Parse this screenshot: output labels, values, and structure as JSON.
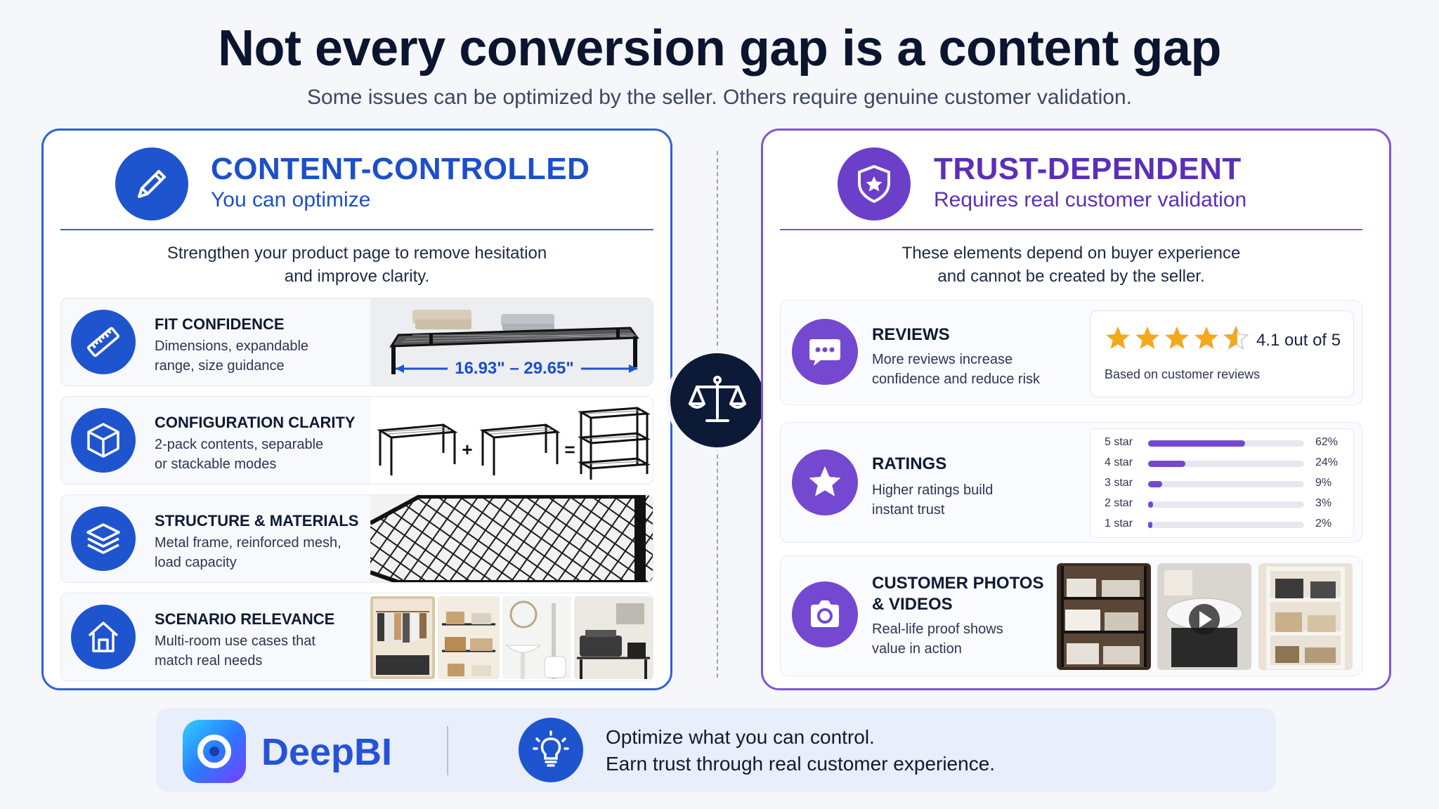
{
  "header": {
    "title": "Not every conversion gap is a content gap",
    "subtitle": "Some issues can be optimized by the seller. Others require genuine customer validation."
  },
  "left": {
    "title": "CONTENT-CONTROLLED",
    "subtitle": "You can optimize",
    "intro_line1": "Strengthen your product page to remove hesitation",
    "intro_line2": "and improve clarity.",
    "accent": "#1f54cf",
    "items": [
      {
        "icon": "ruler-icon",
        "title": "FIT CONFIDENCE",
        "line1": "Dimensions, expandable",
        "line2": "range, size guidance",
        "dimension": "16.93\" – 29.65\""
      },
      {
        "icon": "box-icon",
        "title": "CONFIGURATION CLARITY",
        "line1": "2-pack contents, separable",
        "line2": "or stackable modes",
        "plus": "+",
        "equals": "="
      },
      {
        "icon": "layers-icon",
        "title": "STRUCTURE & MATERIALS",
        "line1": "Metal frame, reinforced mesh,",
        "line2": "load capacity"
      },
      {
        "icon": "house-icon",
        "title": "SCENARIO RELEVANCE",
        "line1": "Multi-room use cases that",
        "line2": "match real needs"
      }
    ]
  },
  "right": {
    "title": "TRUST-DEPENDENT",
    "subtitle": "Requires real customer validation",
    "intro_line1": "These elements depend on buyer experience",
    "intro_line2": "and cannot be created by the seller.",
    "accent": "#7448d0",
    "reviews": {
      "icon": "chat-bubble-icon",
      "title": "REVIEWS",
      "line1": "More reviews increase",
      "line2": "confidence and reduce risk",
      "rating": 4.1,
      "score_text": "4.1 out of 5",
      "based": "Based on customer reviews"
    },
    "ratings": {
      "icon": "star-icon",
      "title": "RATINGS",
      "line1": "Higher ratings build",
      "line2": "instant trust",
      "distribution": [
        {
          "label": "5 star",
          "pct": 62,
          "pct_text": "62%"
        },
        {
          "label": "4 star",
          "pct": 24,
          "pct_text": "24%"
        },
        {
          "label": "3 star",
          "pct": 9,
          "pct_text": "9%"
        },
        {
          "label": "2 star",
          "pct": 3,
          "pct_text": "3%"
        },
        {
          "label": "1 star",
          "pct": 2,
          "pct_text": "2%"
        }
      ]
    },
    "photos": {
      "icon": "camera-icon",
      "title_line1": "CUSTOMER PHOTOS",
      "title_line2": "& VIDEOS",
      "line1": "Real-life proof shows",
      "line2": "value in action"
    }
  },
  "footer": {
    "brand": "DeepBI",
    "line1": "Optimize what you can control.",
    "line2": "Earn trust through real customer experience."
  }
}
